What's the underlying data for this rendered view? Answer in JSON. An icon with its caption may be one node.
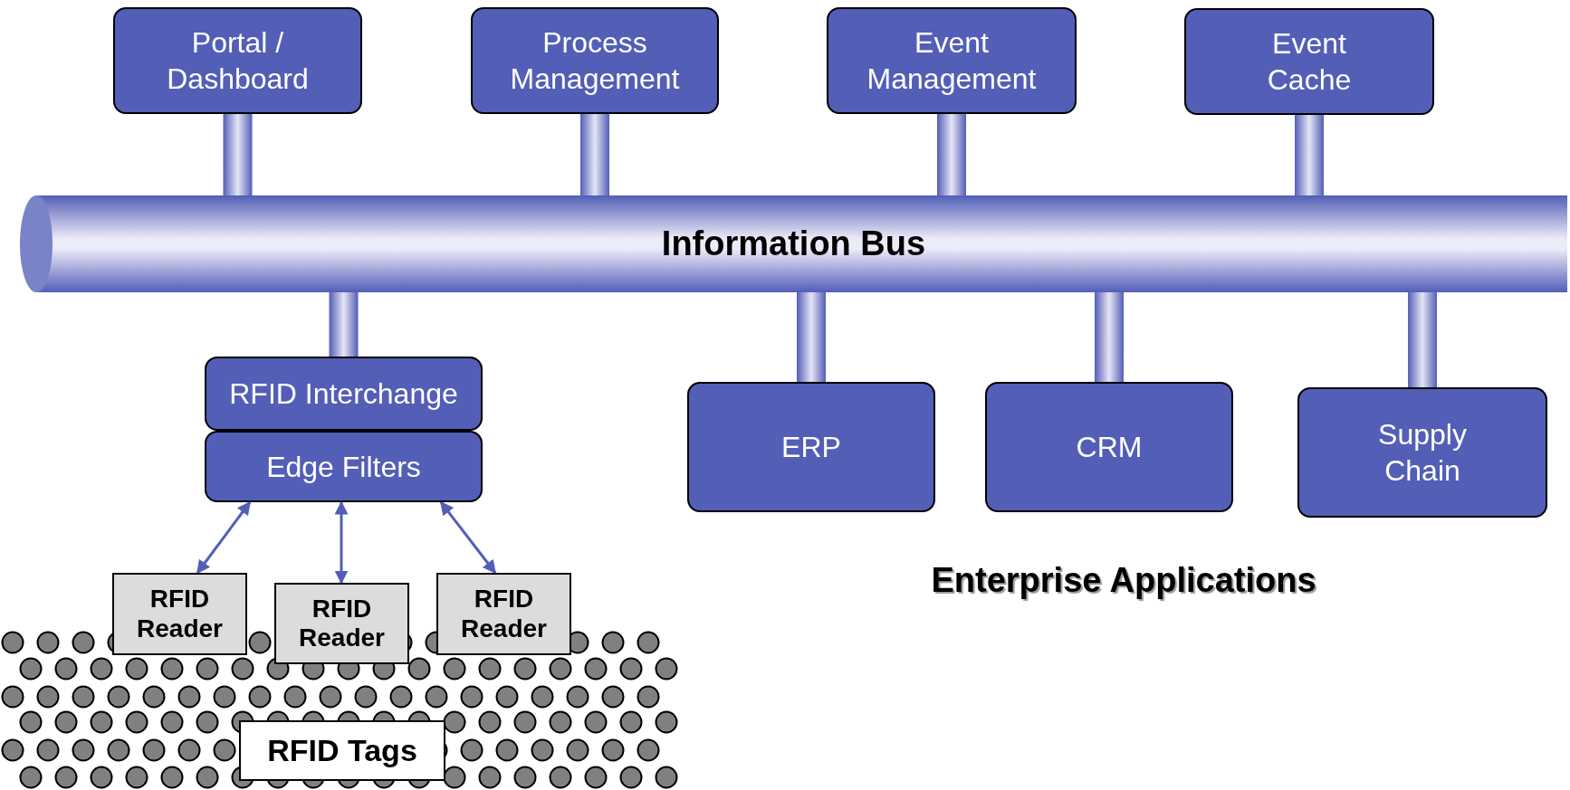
{
  "diagram": {
    "nodes": [
      {
        "text": [
          "Portal / Dashboard"
        ]
      },
      {
        "text": [
          "Process Management"
        ]
      },
      {
        "text": [
          "Event Management"
        ]
      },
      {
        "text": [
          "Event Cache"
        ]
      },
      {
        "text": [
          "Information Bus"
        ]
      },
      {
        "text": [
          "RFID Interchange"
        ]
      },
      {
        "text": [
          "Edge Filters"
        ]
      },
      {
        "text": [
          "ERP"
        ]
      },
      {
        "text": [
          "CRM"
        ]
      },
      {
        "text": [
          "Supply Chain"
        ]
      },
      {
        "text": [
          "RFID Reader"
        ]
      },
      {
        "text": [
          "RFID Reader"
        ]
      },
      {
        "text": [
          "RFID Reader"
        ]
      },
      {
        "text": [
          "RFID Tags"
        ]
      }
    ],
    "edges": [
      {
        "from": 0,
        "to": 4,
        "arrow": "none",
        "style": "thick"
      },
      {
        "from": 1,
        "to": 4,
        "arrow": "none",
        "style": "thick"
      },
      {
        "from": 2,
        "to": 4,
        "arrow": "none",
        "style": "thick"
      },
      {
        "from": 3,
        "to": 4,
        "arrow": "none",
        "style": "thick"
      },
      {
        "from": 4,
        "to": 5,
        "arrow": "none",
        "style": "thick"
      },
      {
        "from": 4,
        "to": 7,
        "arrow": "none",
        "style": "thick"
      },
      {
        "from": 4,
        "to": 8,
        "arrow": "none",
        "style": "thick"
      },
      {
        "from": 4,
        "to": 9,
        "arrow": "none",
        "style": "thick"
      },
      {
        "from": 6,
        "to": 10,
        "arrow": "both"
      },
      {
        "from": 6,
        "to": 11,
        "arrow": "both"
      },
      {
        "from": 6,
        "to": 12,
        "arrow": "both"
      }
    ],
    "labels": [
      "Enterprise Applications"
    ]
  }
}
